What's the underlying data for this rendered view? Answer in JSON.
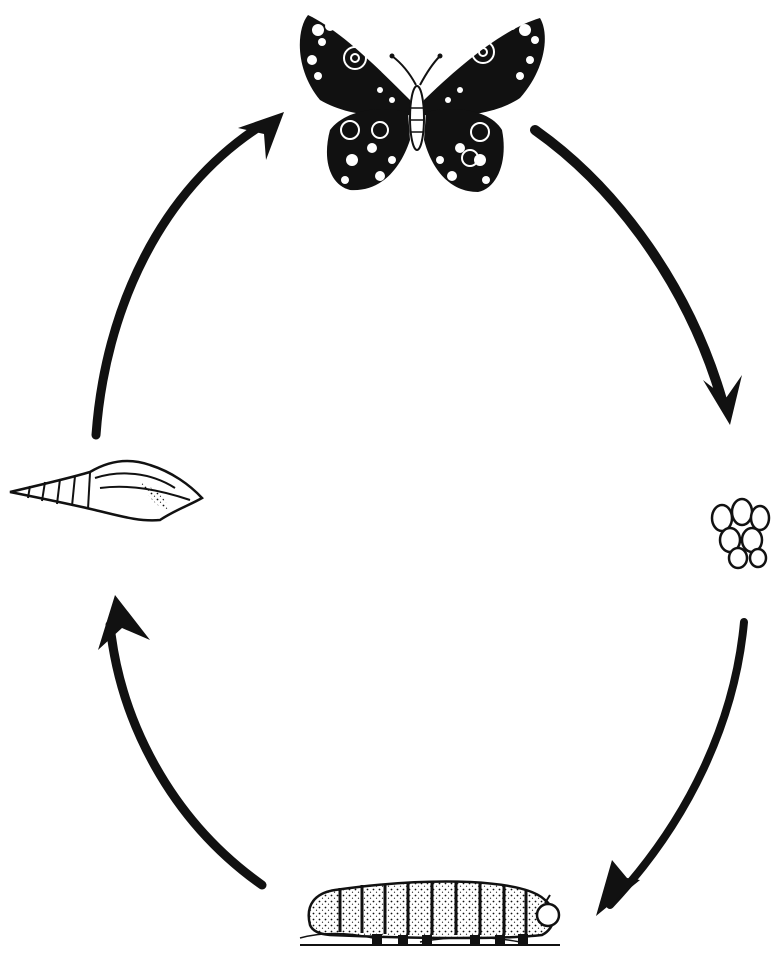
{
  "diagram": {
    "stages": [
      {
        "id": "adult",
        "icon": "butterfly-icon"
      },
      {
        "id": "egg",
        "icon": "eggs-icon"
      },
      {
        "id": "larva",
        "icon": "caterpillar-icon"
      },
      {
        "id": "pupa",
        "icon": "chrysalis-icon"
      }
    ],
    "arrows": [
      {
        "from": "adult",
        "to": "egg"
      },
      {
        "from": "egg",
        "to": "larva"
      },
      {
        "from": "larva",
        "to": "pupa"
      },
      {
        "from": "pupa",
        "to": "adult"
      }
    ],
    "colors": {
      "ink": "#111111",
      "paper": "#ffffff"
    }
  }
}
